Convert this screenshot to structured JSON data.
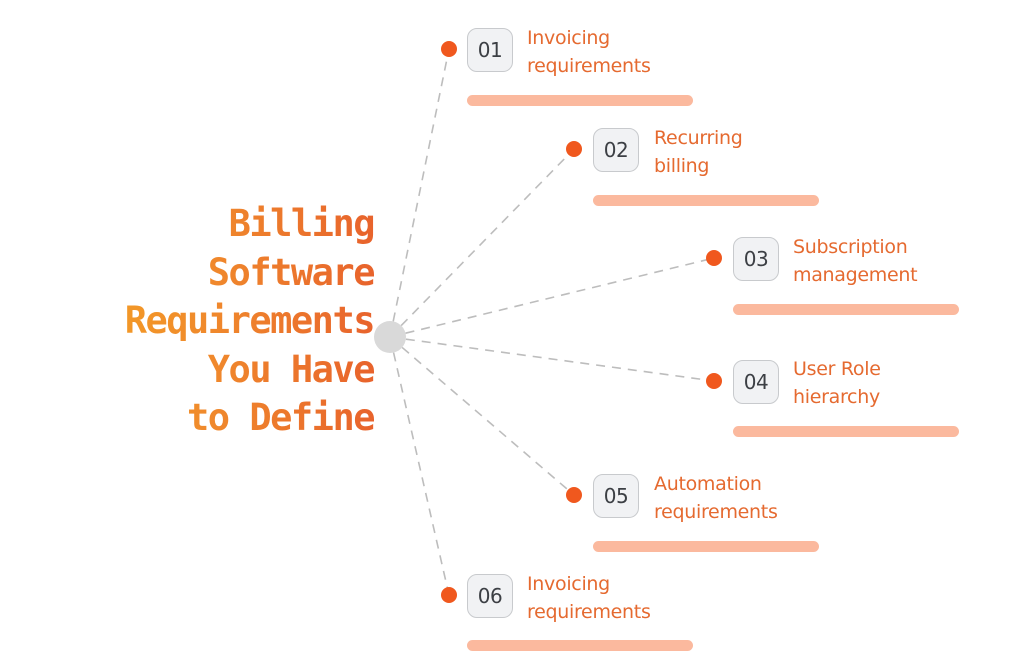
{
  "title": {
    "lines": [
      "Billing",
      "Software",
      "Requirements",
      "You Have",
      "to Define"
    ]
  },
  "colors": {
    "title_gradient_start": "#f5a623",
    "title_gradient_end": "#e8632c",
    "dot": "#f0581e",
    "label": "#e56a30",
    "bar": "#fbb99e",
    "hub": "#d9d9d9",
    "dashed_line": "#bdbdbd"
  },
  "items": [
    {
      "number": "01",
      "line1": "Invoicing",
      "line2": "requirements"
    },
    {
      "number": "02",
      "line1": "Recurring",
      "line2": "billing"
    },
    {
      "number": "03",
      "line1": "Subscription",
      "line2": "management"
    },
    {
      "number": "04",
      "line1": "User Role",
      "line2": "hierarchy"
    },
    {
      "number": "05",
      "line1": "Automation",
      "line2": "requirements"
    },
    {
      "number": "06",
      "line1": "Invoicing",
      "line2": "requirements"
    }
  ]
}
